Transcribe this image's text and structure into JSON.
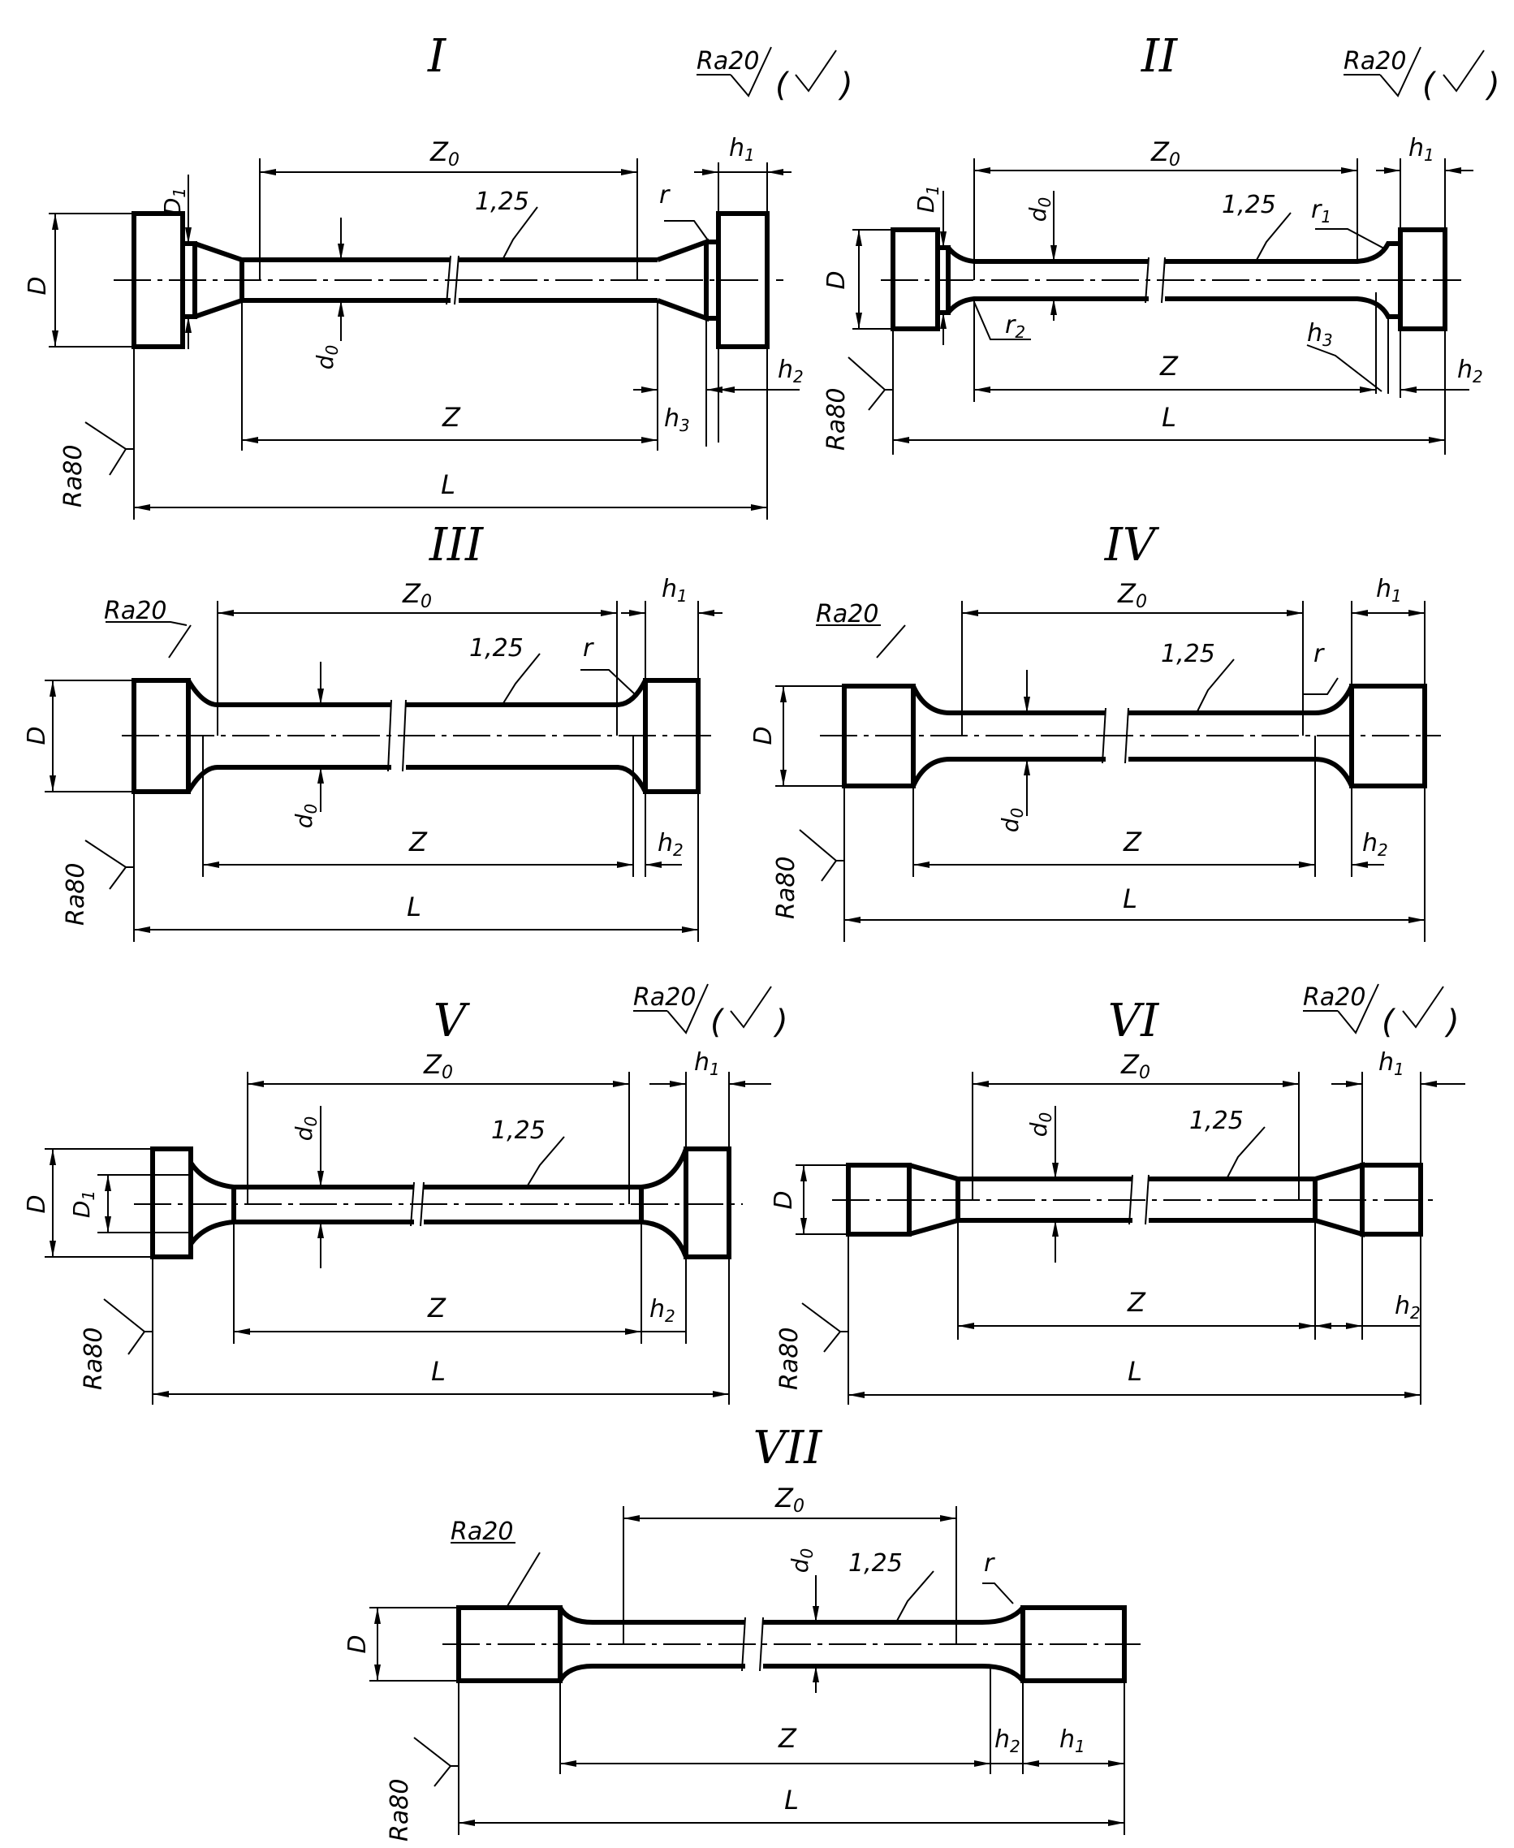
{
  "titles": [
    "I",
    "II",
    "III",
    "IV",
    "V",
    "VI",
    "VII"
  ],
  "labels": {
    "D": "D",
    "D1": "D",
    "D1_sub": "1",
    "d0": "d",
    "d0_sub": "0",
    "Z": "Z",
    "Z0": "Z",
    "Z0_sub": "0",
    "L": "L",
    "h1": "h",
    "h1_sub": "1",
    "h2": "h",
    "h2_sub": "2",
    "h3": "h",
    "h3_sub": "3",
    "r": "r",
    "r1": "r",
    "r1_sub": "1",
    "r2": "r",
    "r2_sub": "2",
    "roughness_fine": "1,25",
    "ra20": "Ra20",
    "ra80": "Ra80",
    "general_roughness_paren": "( )"
  }
}
